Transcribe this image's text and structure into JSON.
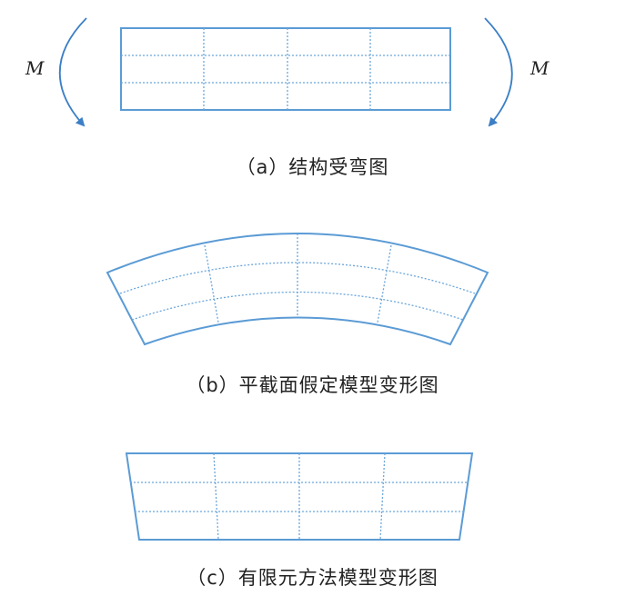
{
  "moment_left": "M",
  "moment_right": "M",
  "captions": {
    "a": "（a）结构受弯图",
    "b": "（b）平截面假定模型变形图",
    "c": "（c）有限元方法模型变形图"
  },
  "colors": {
    "outline": "#5b9bd5",
    "grid": "#6ba6da",
    "arrow": "#3c7fc6",
    "text": "#222222"
  }
}
